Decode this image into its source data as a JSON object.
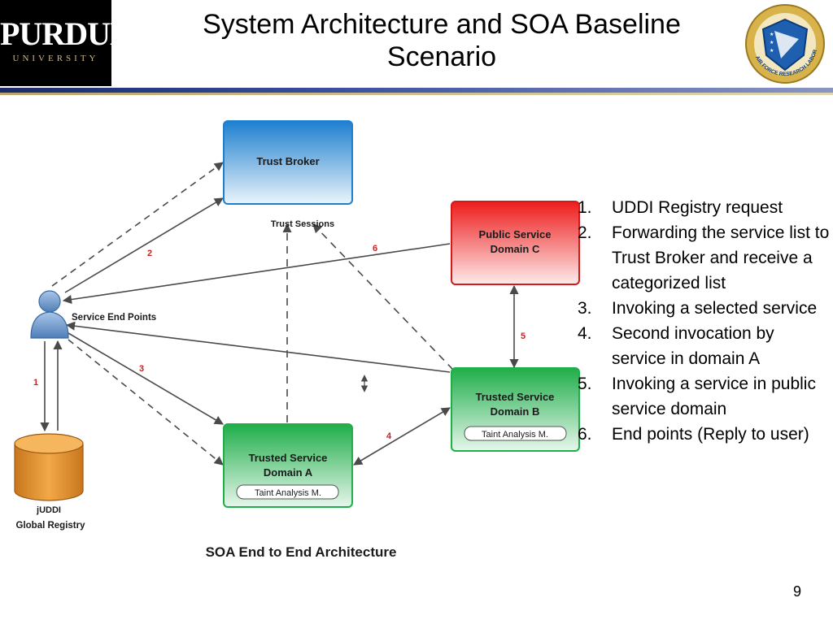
{
  "header": {
    "title_line1": "System Architecture and SOA Baseline",
    "title_line2": "Scenario",
    "logo_left": {
      "wordmark": "PURDUE",
      "subtext": "UNIVERSITY"
    },
    "logo_right": {
      "name": "AIR FORCE RESEARCH LABORATORY"
    }
  },
  "diagram": {
    "caption": "SOA End to End Architecture",
    "nodes": {
      "trust_broker": "Trust Broker",
      "public_domain_c": {
        "line1": "Public Service",
        "line2": "Domain C"
      },
      "trusted_domain_b": {
        "line1": "Trusted Service",
        "line2": "Domain B",
        "badge": "Taint Analysis M."
      },
      "trusted_domain_a": {
        "line1": "Trusted Service",
        "line2": "Domain A",
        "badge": "Taint Analysis M."
      },
      "registry": {
        "line1": "jUDDI",
        "line2": "Global Registry"
      },
      "user": "Service End Points"
    },
    "labels": {
      "trust_sessions": "Trust Sessions"
    },
    "edge_numbers": [
      "1",
      "2",
      "3",
      "4",
      "5",
      "6"
    ]
  },
  "steps": [
    {
      "num": "1.",
      "text": "UDDI Registry request"
    },
    {
      "num": "2.",
      "text": "Forwarding the service list to Trust Broker and receive a categorized list"
    },
    {
      "num": "3.",
      "text": "Invoking a selected service"
    },
    {
      "num": "4.",
      "text": "Second invocation by service in domain A"
    },
    {
      "num": "5.",
      "text": "Invoking a service in public service domain"
    },
    {
      "num": "6.",
      "text": "End points (Reply to user)"
    }
  ],
  "page_number": "9",
  "colors": {
    "trust_broker": "#1e7fcf",
    "public_domain": "#ee1c1c",
    "trusted_domain": "#1fae4a",
    "number_red": "#cc1f1f",
    "arrow": "#4a4a4a",
    "registry": "#e8922a"
  }
}
